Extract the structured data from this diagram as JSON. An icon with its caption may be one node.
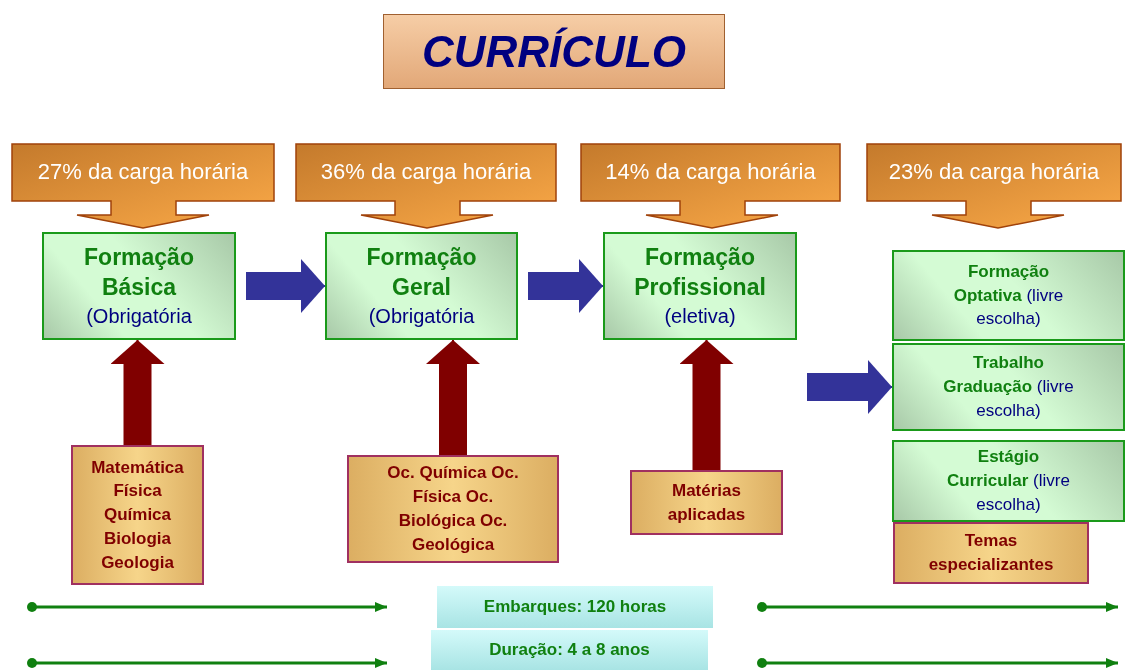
{
  "diagram": {
    "title": "CURRÍCULO",
    "nodes": [
      {
        "text": [
          "27% da carga horária"
        ]
      },
      {
        "text": [
          "36% da carga horária"
        ]
      },
      {
        "text": [
          "14% da carga horária"
        ]
      },
      {
        "text": [
          "23% da carga horária"
        ]
      },
      {
        "text": [
          "Formação Básica",
          "(Obrigatória"
        ]
      },
      {
        "text": [
          "Formação Geral",
          "(Obrigatória"
        ]
      },
      {
        "text": [
          "Formação Profissional",
          "(eletiva)"
        ]
      },
      {
        "text": [
          "**Formação Optativa** (livre escolha)"
        ]
      },
      {
        "text": [
          "**Trabalho Graduação** (livre escolha)"
        ]
      },
      {
        "text": [
          "**Estágio Curricular** (livre escolha)"
        ]
      },
      {
        "text": [
          "Temas especializantes"
        ]
      },
      {
        "text": [
          "Matemática Física Química Biologia Geologia"
        ]
      },
      {
        "text": [
          "Oc. Química Oc. Física Oc. Biológica Oc. Geológica"
        ]
      },
      {
        "text": [
          "Matérias aplicadas"
        ]
      },
      {
        "text": [
          "Embarques: 120 horas"
        ]
      },
      {
        "text": [
          "Duração: 4 a 8 anos"
        ]
      }
    ],
    "edges": [
      {
        "from": 4,
        "to": 5,
        "arrow": "to",
        "color": "#333399"
      },
      {
        "from": 5,
        "to": 6,
        "arrow": "to",
        "color": "#333399"
      },
      {
        "from": 6,
        "to": 8,
        "arrow": "to",
        "color": "#333399"
      },
      {
        "from": 11,
        "to": 4,
        "arrow": "to",
        "color": "#800000"
      },
      {
        "from": 12,
        "to": 5,
        "arrow": "to",
        "color": "#800000"
      },
      {
        "from": 13,
        "to": 6,
        "arrow": "to",
        "color": "#800000"
      }
    ]
  }
}
